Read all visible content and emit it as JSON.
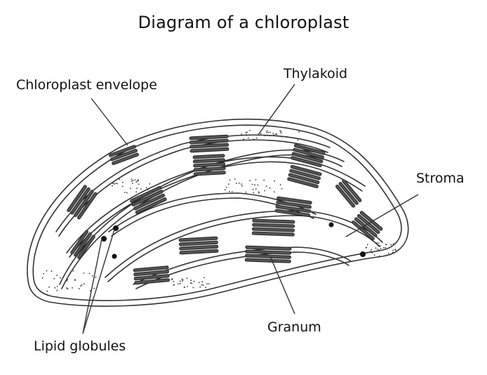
{
  "title": "Diagram of a chloroplast",
  "labels": {
    "envelope": "Chloroplast envelope",
    "thylakoid": "Thylakoid",
    "stroma": "Stroma",
    "lipid": "Lipid globules",
    "granum": "Granum"
  },
  "colors": {
    "ink": "#222222",
    "background": "#ffffff"
  }
}
